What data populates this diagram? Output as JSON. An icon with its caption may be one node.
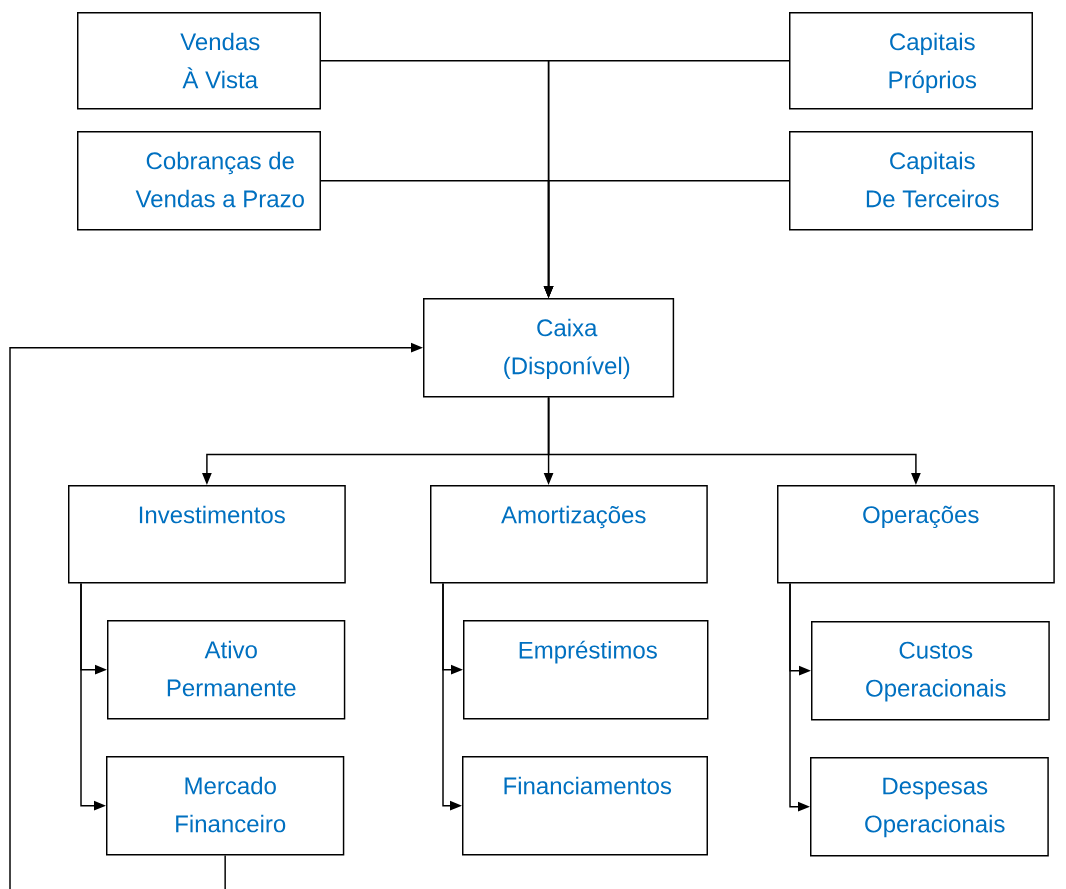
{
  "diagram": {
    "nodes": [
      {
        "text": [
          "Vendas À Vista"
        ]
      },
      {
        "text": [
          "Capitais Próprios"
        ]
      },
      {
        "text": [
          "Cobranças de Vendas a Prazo"
        ]
      },
      {
        "text": [
          "Capitais De Terceiros"
        ]
      },
      {
        "text": [
          "Caixa (Disponível)"
        ]
      },
      {
        "text": [
          "Investimentos"
        ]
      },
      {
        "text": [
          "Amortizações"
        ]
      },
      {
        "text": [
          "Operações"
        ]
      },
      {
        "text": [
          "Ativo Permanente"
        ]
      },
      {
        "text": [
          "Mercado Financeiro"
        ]
      },
      {
        "text": [
          "Empréstimos"
        ]
      },
      {
        "text": [
          "Financiamentos"
        ]
      },
      {
        "text": [
          "Custos Operacionais"
        ]
      },
      {
        "text": [
          "Despesas Operacionais"
        ]
      }
    ],
    "edges": [
      {
        "from": 0,
        "to": 4,
        "arrow": "to"
      },
      {
        "from": 1,
        "to": 4,
        "arrow": "to"
      },
      {
        "from": 2,
        "to": 4,
        "arrow": "to"
      },
      {
        "from": 3,
        "to": 4,
        "arrow": "to"
      },
      {
        "from": 4,
        "to": 5,
        "arrow": "to"
      },
      {
        "from": 4,
        "to": 6,
        "arrow": "to"
      },
      {
        "from": 4,
        "to": 7,
        "arrow": "to"
      },
      {
        "from": 5,
        "to": 8,
        "arrow": "to"
      },
      {
        "from": 5,
        "to": 9,
        "arrow": "to"
      },
      {
        "from": 6,
        "to": 10,
        "arrow": "to"
      },
      {
        "from": 6,
        "to": 11,
        "arrow": "to"
      },
      {
        "from": 7,
        "to": 12,
        "arrow": "to"
      },
      {
        "from": 7,
        "to": 13,
        "arrow": "to"
      },
      {
        "from": 9,
        "to": 4,
        "arrow": "to"
      }
    ]
  }
}
